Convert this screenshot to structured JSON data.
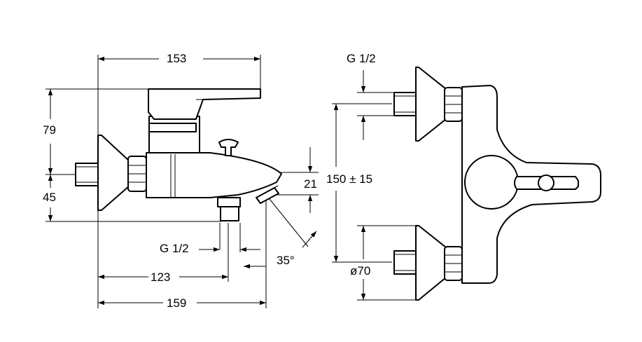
{
  "dimensions": {
    "width_overall": "153",
    "height_upper": "79",
    "height_lower": "45",
    "spout_height": "21",
    "thread_left": "G 1/2",
    "angle": "35°",
    "length_inlet": "123",
    "length_total": "159",
    "thread_right": "G 1/2",
    "center_distance": "150 ± 15",
    "rosette_diameter": "ø70"
  },
  "colors": {
    "line": "#000000",
    "background": "#ffffff"
  }
}
